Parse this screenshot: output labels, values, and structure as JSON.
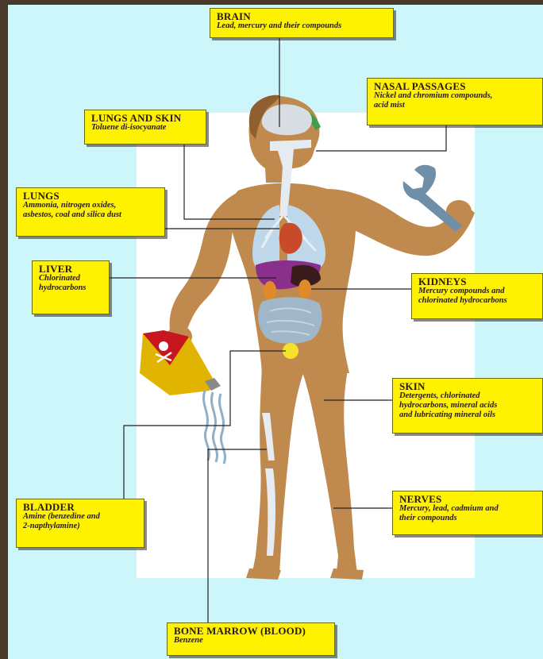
{
  "colors": {
    "frame": "#4a3828",
    "background": "#cdf6fb",
    "panel": "#ffffff",
    "label_fill": "#fff200",
    "skin": "#c08a4e",
    "lungs": "#bfd7ea",
    "liver": "#8a2f8c",
    "kidney": "#e08a2a",
    "bladder": "#f5e02a",
    "intestine": "#9fb7c8",
    "heart": "#c84a2a"
  },
  "labels": {
    "brain": {
      "title": "BRAIN",
      "desc": "Lead, mercury and their compounds"
    },
    "nasal": {
      "title": "NASAL PASSAGES",
      "desc": "Nickel and chromium compounds,\nacid mist"
    },
    "lungs_skin": {
      "title": "LUNGS AND SKIN",
      "desc": "Toluene di-isocyanate"
    },
    "lungs": {
      "title": "LUNGS",
      "desc": "Ammonia, nitrogen oxides,\nasbestos, coal and silica dust"
    },
    "liver": {
      "title": "LIVER",
      "desc": "Chlorinated\nhydrocarbons"
    },
    "kidneys": {
      "title": "KIDNEYS",
      "desc": "Mercury compounds and\nchlorinated  hydrocarbons"
    },
    "skin": {
      "title": "SKIN",
      "desc": "Detergents, chlorinated\nhydrocarbons, mineral acids\nand lubricating mineral oils"
    },
    "bladder": {
      "title": "BLADDER",
      "desc": "Amine (benzedine and\n2-napthylamine)"
    },
    "nerves": {
      "title": "NERVES",
      "desc": "Mercury, lead, cadmium and\ntheir compounds"
    },
    "bone_marrow": {
      "title": "BONE MARROW (BLOOD)",
      "desc": "Benzene"
    }
  },
  "icons": [
    "wrench-icon",
    "poison-container-icon",
    "skull-crossbones-icon",
    "hard-hat-icon"
  ]
}
